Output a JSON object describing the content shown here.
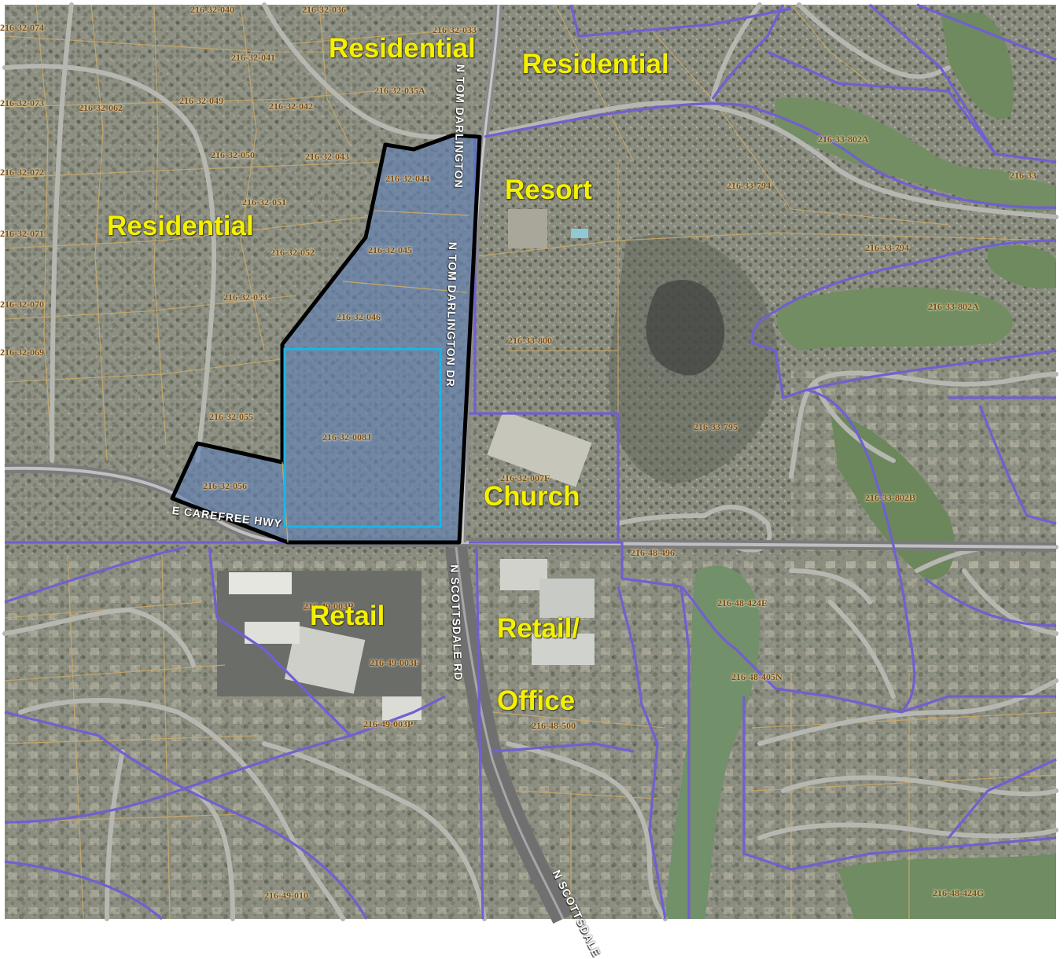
{
  "zone_labels": {
    "residential_north": "Residential",
    "residential_northeast": "Residential",
    "residential_west": "Residential",
    "resort": "Resort",
    "church": "Church",
    "retail": "Retail",
    "retail_office_1": "Retail/",
    "retail_office_2": "Office"
  },
  "road_labels": {
    "tom_darlington_upper": "N TOM DARLINGTON",
    "tom_darlington_lower": "N TOM DARLINGTON DR",
    "carefree_hwy": "E CAREFREE HWY",
    "scottsdale_rd": "N SCOTTSDALE RD",
    "scottsdale_rd_south": "N SCOTTSDALE"
  },
  "parcels": [
    "216-32-040",
    "216-32-036",
    "216-32-074",
    "216-32-033",
    "216-32-041",
    "216-32-035A",
    "216-32-073",
    "216-32-062",
    "216-32-049",
    "216-32-042",
    "216-32-050",
    "216-32-043",
    "216-32-072",
    "216-32-044",
    "216-33-802A",
    "216-33-794",
    "216-33",
    "216-32-051",
    "216-32-071",
    "216-32-052",
    "216-32-045",
    "216-33-794",
    "216-32-070",
    "216-32-053",
    "216-33-802A",
    "216-32-046",
    "216-33-800",
    "216-32-069",
    "216-32-055",
    "216-33-795",
    "216-32-008J",
    "216-32-007F",
    "216-33-802B",
    "216-32-056",
    "216-48-496",
    "216-48-424E",
    "216-49-003F",
    "216-48-405N",
    "216-49-003P",
    "216-48-500",
    "216-49-003P",
    "216-48-424G",
    "216-49-010"
  ],
  "colors": {
    "subject_fill": "#5f7fb6",
    "subject_outline": "#000000",
    "sub_parcel_outline": "#1ab6e6",
    "zoning_line": "#7060d0",
    "parcel_line": "#c8a86a",
    "zone_text": "#f4f000"
  }
}
